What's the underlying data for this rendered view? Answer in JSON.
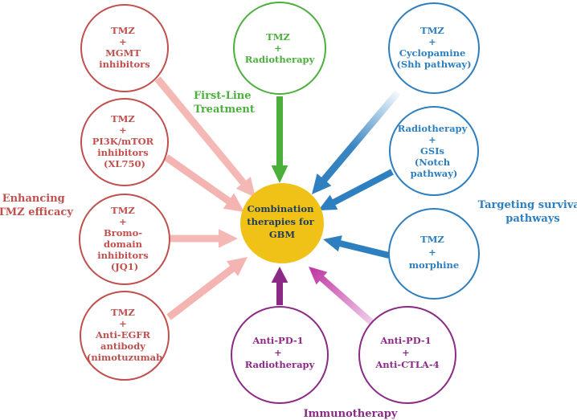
{
  "colors": {
    "red": "#c0504d",
    "red_arrow": "#f2a7a3",
    "green": "#4caf3c",
    "blue": "#2e7fbf",
    "purple": "#8b2a86",
    "magenta": "#c23aa5",
    "center_fill": "#f0c218",
    "center_text": "#1f3c5a"
  },
  "center": {
    "lines": [
      "Combination",
      "therapies for",
      "GBM"
    ]
  },
  "groups": {
    "enhancing": {
      "lines": [
        "Enhancing",
        "TMZ efficacy"
      ]
    },
    "first_line": {
      "lines": [
        "First-Line",
        "Treatment"
      ]
    },
    "targeting": {
      "lines": [
        "Targeting survival",
        "pathways"
      ]
    },
    "immunotherapy": {
      "lines": [
        "Immunotherapy"
      ]
    }
  },
  "nodes": [
    {
      "id": "tmz-mgmt",
      "group": "enhancing",
      "lines": [
        "TMZ",
        "+",
        "MGMT",
        "inhibitors"
      ]
    },
    {
      "id": "tmz-pi3k",
      "group": "enhancing",
      "lines": [
        "TMZ",
        "+",
        "PI3K/mTOR",
        "inhibitors",
        "(XL750)"
      ]
    },
    {
      "id": "tmz-bromo",
      "group": "enhancing",
      "lines": [
        "TMZ",
        "+",
        "Bromo-",
        "domain",
        "inhibitors",
        "(JQ1)"
      ]
    },
    {
      "id": "tmz-egfr",
      "group": "enhancing",
      "lines": [
        "TMZ",
        "+",
        "Anti-EGFR",
        "antibody",
        "(nimotuzumab"
      ]
    },
    {
      "id": "tmz-radiotherapy",
      "group": "first_line",
      "lines": [
        "TMZ",
        "+",
        "Radiotherapy"
      ]
    },
    {
      "id": "tmz-cyclopamine",
      "group": "targeting",
      "lines": [
        "TMZ",
        "+",
        "Cyclopamine",
        "(Shh pathway)"
      ]
    },
    {
      "id": "radiotherapy-gsis",
      "group": "targeting",
      "lines": [
        "Radiotherapy",
        "+",
        "GSIs",
        "(Notch",
        "pathway)"
      ]
    },
    {
      "id": "tmz-morphine",
      "group": "targeting",
      "lines": [
        "TMZ",
        "+",
        "morphine"
      ]
    },
    {
      "id": "antipd1-radiotherapy",
      "group": "immunotherapy",
      "lines": [
        "Anti-PD-1",
        "+",
        "Radiotherapy"
      ]
    },
    {
      "id": "antipd1-antictla4",
      "group": "immunotherapy",
      "lines": [
        "Anti-PD-1",
        "+",
        "Anti-CTLA-4"
      ]
    }
  ]
}
